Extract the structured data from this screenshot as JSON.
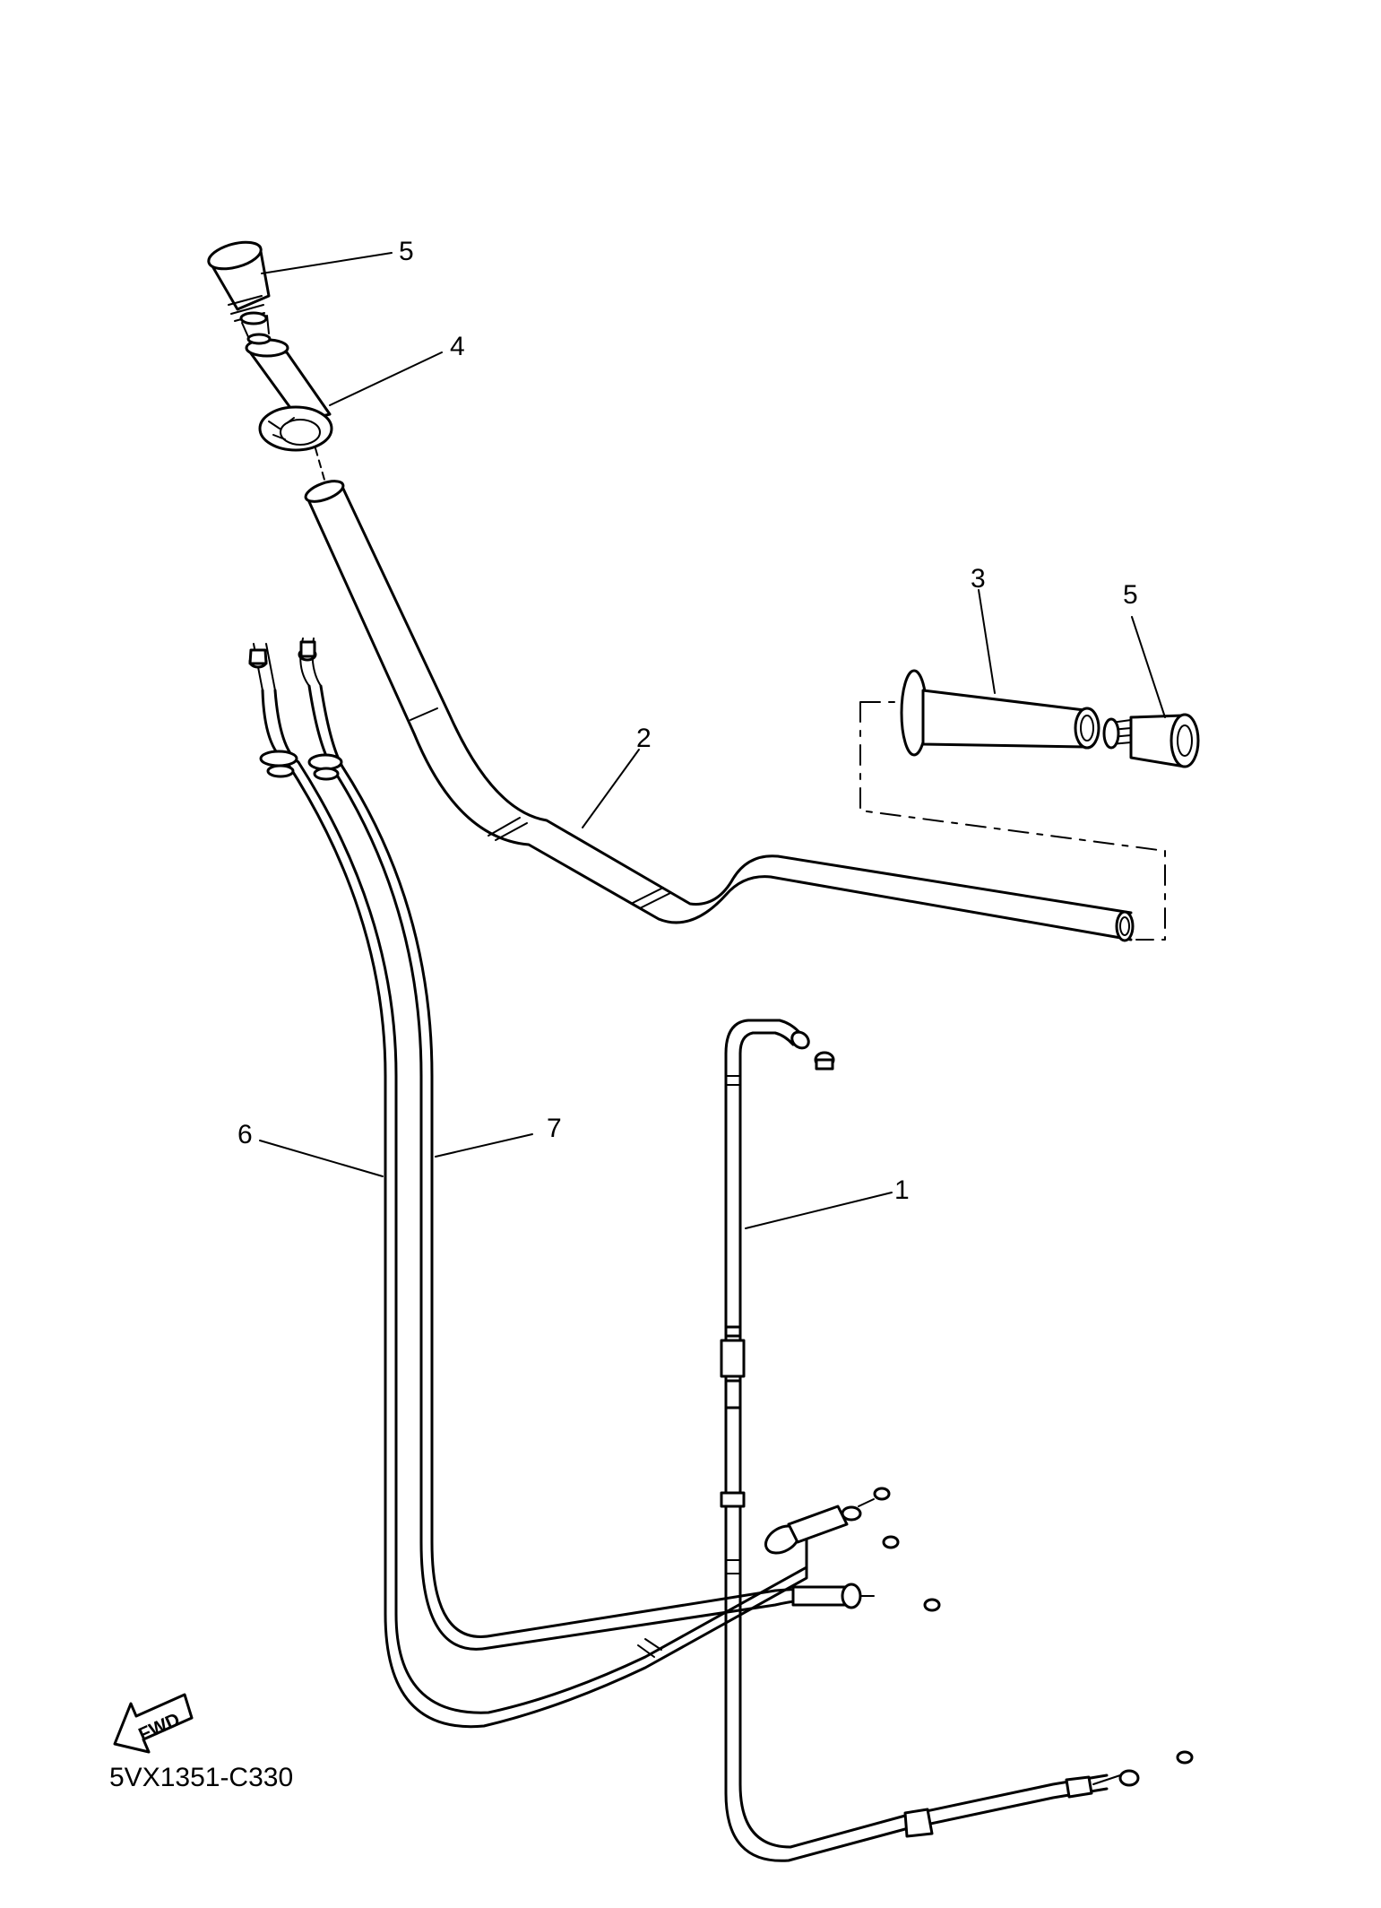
{
  "diagram": {
    "code": "5VX1351-C330",
    "fwd_label": "FWD",
    "callouts": [
      {
        "id": "callout-5-top",
        "label": "5"
      },
      {
        "id": "callout-4",
        "label": "4"
      },
      {
        "id": "callout-3",
        "label": "3"
      },
      {
        "id": "callout-5-right",
        "label": "5"
      },
      {
        "id": "callout-2",
        "label": "2"
      },
      {
        "id": "callout-6",
        "label": "6"
      },
      {
        "id": "callout-7",
        "label": "7"
      },
      {
        "id": "callout-1",
        "label": "1"
      }
    ],
    "icons": [
      "fwd-arrow-icon"
    ]
  }
}
